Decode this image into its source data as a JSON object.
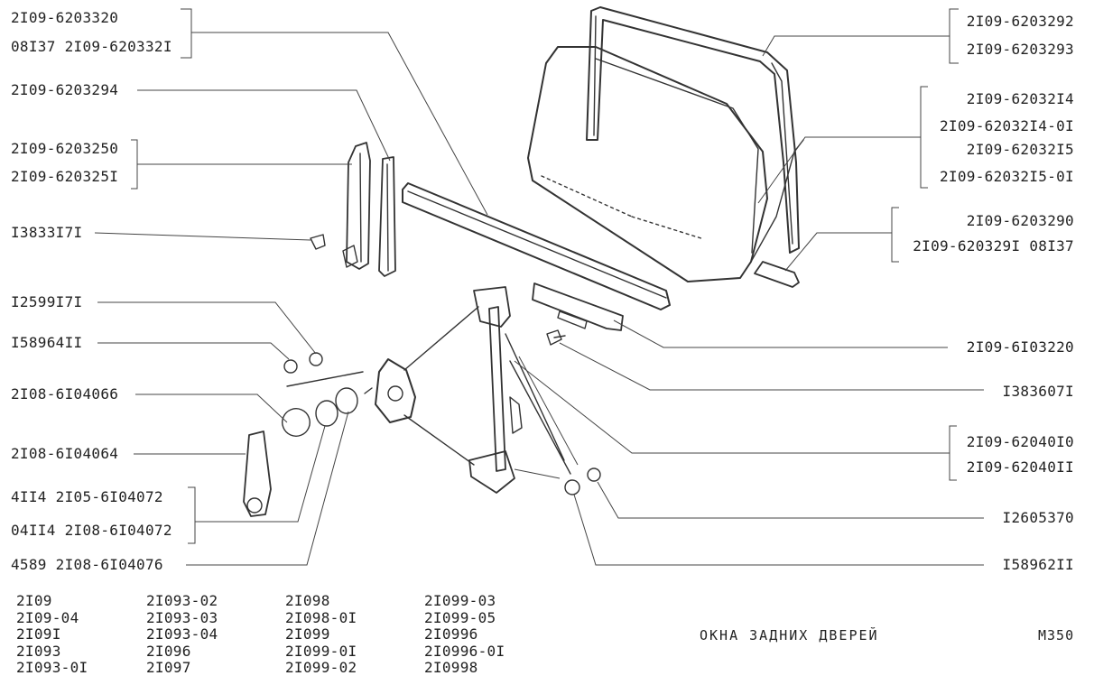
{
  "title": "ОКНА ЗАДНИХ ДВЕРЕЙ",
  "page_code": "М350",
  "left_labels": [
    {
      "id": "l1a",
      "text": "2I09-6203320"
    },
    {
      "id": "l1b",
      "text": "08I37 2I09-620332I"
    },
    {
      "id": "l2",
      "text": "2I09-6203294"
    },
    {
      "id": "l3a",
      "text": "2I09-6203250"
    },
    {
      "id": "l3b",
      "text": "2I09-620325I"
    },
    {
      "id": "l4",
      "text": "I3833I7I"
    },
    {
      "id": "l5",
      "text": "I2599I7I"
    },
    {
      "id": "l6",
      "text": "I58964II"
    },
    {
      "id": "l7",
      "text": "2I08-6I04066"
    },
    {
      "id": "l8",
      "text": "2I08-6I04064"
    },
    {
      "id": "l9a",
      "text": "4II4  2I05-6I04072"
    },
    {
      "id": "l9b",
      "text": "04II4 2I08-6I04072"
    },
    {
      "id": "l10",
      "text": "4589 2I08-6I04076"
    }
  ],
  "right_labels": [
    {
      "id": "r1a",
      "text": "2I09-6203292"
    },
    {
      "id": "r1b",
      "text": "2I09-6203293"
    },
    {
      "id": "r2a",
      "text": "2I09-62032I4"
    },
    {
      "id": "r2b",
      "text": "2I09-62032I4-0I"
    },
    {
      "id": "r2c",
      "text": "2I09-62032I5"
    },
    {
      "id": "r2d",
      "text": "2I09-62032I5-0I"
    },
    {
      "id": "r3a",
      "text": "2I09-6203290"
    },
    {
      "id": "r3b",
      "text": "2I09-620329I 08I37"
    },
    {
      "id": "r4",
      "text": "2I09-6I03220"
    },
    {
      "id": "r5",
      "text": "I383607I"
    },
    {
      "id": "r6a",
      "text": "2I09-62040I0"
    },
    {
      "id": "r6b",
      "text": "2I09-62040II"
    },
    {
      "id": "r7",
      "text": "I2605370"
    },
    {
      "id": "r8",
      "text": "I58962II"
    }
  ],
  "models": [
    [
      "2I09",
      "2I09-04",
      "2I09I",
      "2I093",
      "2I093-0I"
    ],
    [
      "2I093-02",
      "2I093-03",
      "2I093-04",
      "2I096",
      "2I097"
    ],
    [
      "2I098",
      "2I098-0I",
      "2I099",
      "2I099-0I",
      "2I099-02"
    ],
    [
      "2I099-03",
      "2I099-05",
      "2I0996",
      "2I0996-0I",
      "2I0998"
    ]
  ]
}
